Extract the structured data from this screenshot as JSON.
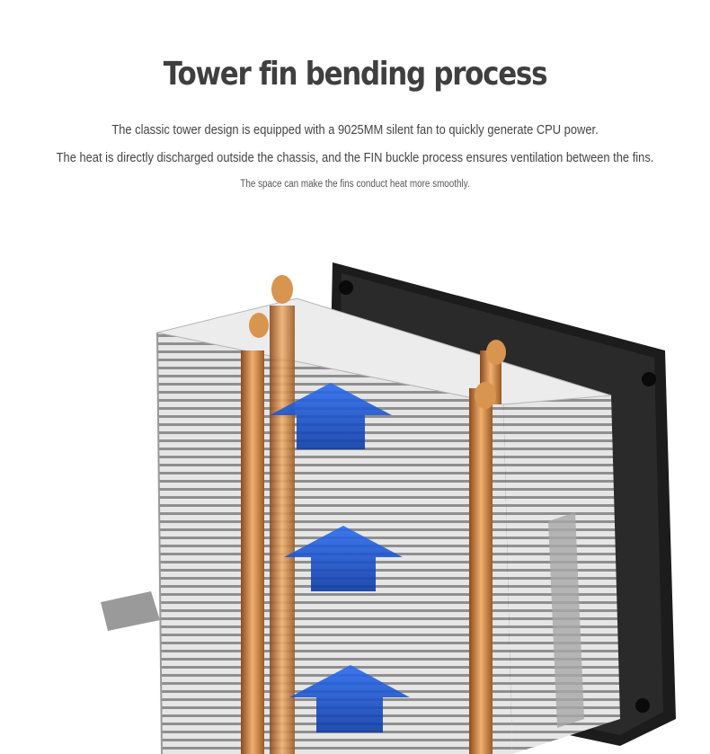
{
  "hero": {
    "title": "Tower fin bending process",
    "lines": [
      "The classic tower design is equipped with a 9025MM silent fan to quickly generate CPU power.",
      "The heat is directly discharged outside the chassis, and the FIN buckle process ensures ventilation between the fins.",
      "The space can make the fins conduct heat more smoothly."
    ]
  },
  "colors": {
    "text": "#444444",
    "airflow_arrow": "#1f5fd6",
    "copper": "#c8813c",
    "fin": "#d8d8d8",
    "fan": "#1a1a1a"
  },
  "icons": [
    "airflow-arrow-icon"
  ]
}
